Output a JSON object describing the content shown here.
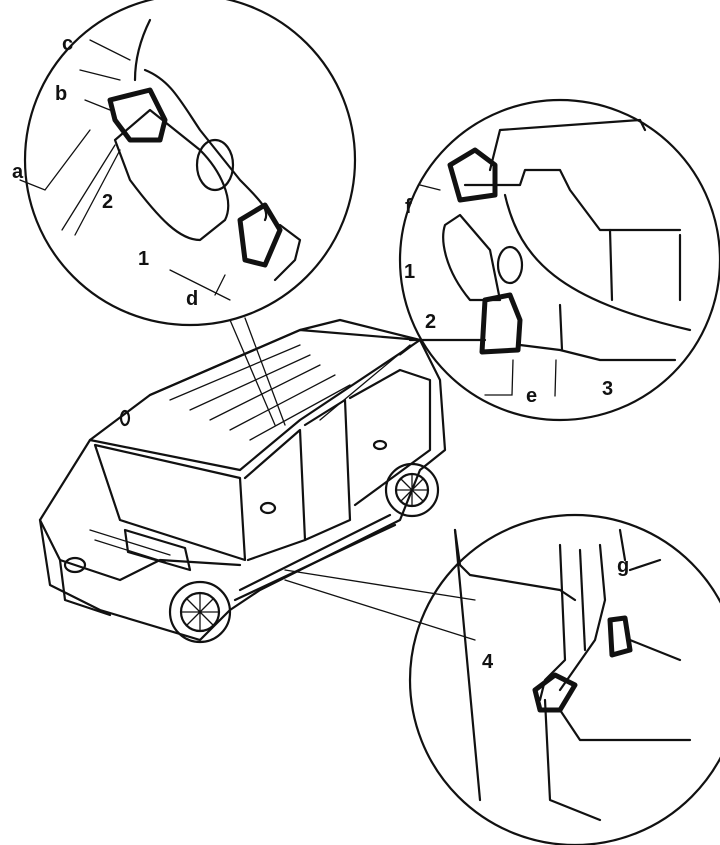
{
  "diagram": {
    "callouts": {
      "top_left": {
        "labels": [
          "c",
          "b",
          "a",
          "2",
          "1",
          "d"
        ]
      },
      "right": {
        "labels": [
          "f",
          "1",
          "2",
          "e",
          "3"
        ]
      },
      "bottom_right": {
        "labels": [
          "g",
          "4"
        ]
      }
    }
  }
}
